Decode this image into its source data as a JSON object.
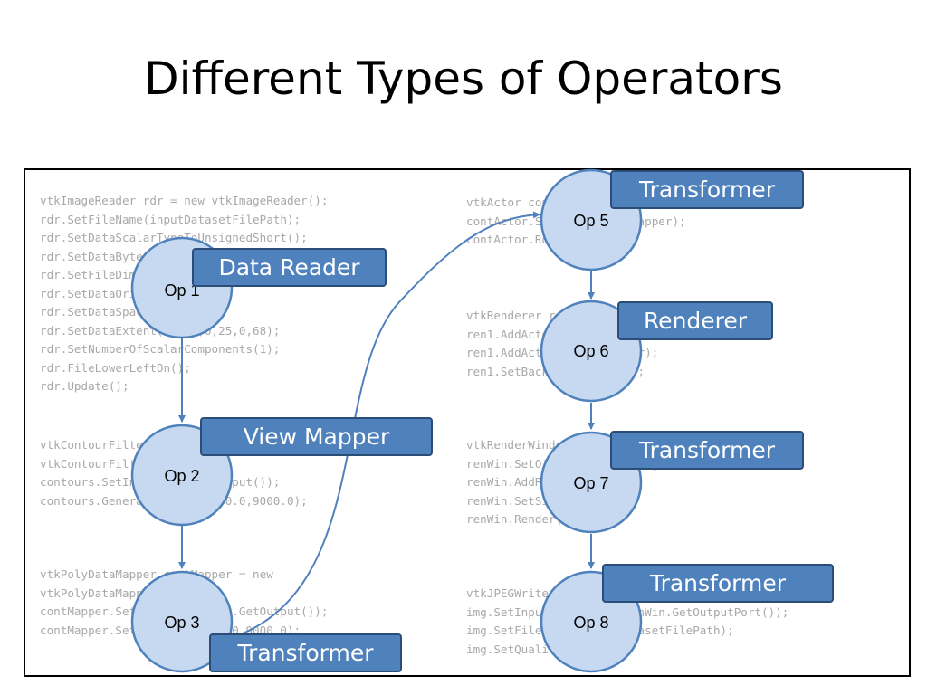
{
  "title": "Different Types of Operators",
  "code_left": {
    "block1": [
      "vtkImageReader rdr = new vtkImageReader();",
      "rdr.SetFileName(inputDatasetFilePath);",
      "rdr.SetDataScalarTypeToUnsignedShort();",
      "rdr.SetDataByteOrderToLittleEndian();",
      "rdr.SetFileDimensionality(3);",
      "rdr.SetDataOrigin(0,0,0);",
      "rdr.SetDataSpacing(1,1,1);",
      "rdr.SetDataExtent(0,230,0,25,0,68);",
      "rdr.SetNumberOfScalarComponents(1);",
      "rdr.FileLowerLeftOn();",
      "rdr.Update();"
    ],
    "block2": [
      "vtkContourFilter contours = new",
      "vtkContourFilter();",
      "contours.SetInput(rdr.GetOutput());",
      "contours.GenerateValues(35,0.0,9000.0);"
    ],
    "block3": [
      "vtkPolyDataMapper contMapper = new",
      "vtkPolyDataMapper();",
      "contMapper.SetInput(contours.GetOutput());",
      "contMapper.SetScalarRange(0.0,9000.0);"
    ]
  },
  "code_right": {
    "block1": [
      "vtkActor contActor = new vtkActor();",
      "contActor.SetMapper(contMapper);",
      "contActor.RotateX(105);"
    ],
    "block2": [
      "vtkRenderer ren1 = new vtkRenderer();",
      "ren1.AddActor(contActor);",
      "ren1.AddActor(outlineActor);",
      "ren1.SetBackground(1,1,1);"
    ],
    "block3": [
      "vtkRenderWindow renWin = new vtkRenderWindow();",
      "renWin.SetOffScreenRendering(1);",
      "renWin.AddRenderer(ren1);",
      "renWin.SetSize(300,300);",
      "renWin.Render();"
    ],
    "block4": [
      "vtkJPEGWriter img = new vtkJPEGWriter();",
      "img.SetInputConnection(renWin.GetOutputPort());",
      "img.SetFileName(outputDatasetFilePath);",
      "img.SetQuality(100);"
    ]
  },
  "nodes": {
    "op1": "Op 1",
    "op2": "Op 2",
    "op3": "Op 3",
    "op5": "Op 5",
    "op6": "Op 6",
    "op7": "Op 7",
    "op8": "Op 8"
  },
  "tags": {
    "op1": "Data Reader",
    "op2": "View Mapper",
    "op3": "Transformer",
    "op5": "Transformer",
    "op6": "Renderer",
    "op7": "Transformer",
    "op8": "Transformer"
  },
  "colors": {
    "node_fill": "#c6d9f1",
    "node_stroke": "#4f81bd",
    "tag_fill": "#4f81bd",
    "tag_border": "#2c4d75",
    "code_text": "#a8a8a8",
    "arrow": "#4f81bd"
  }
}
